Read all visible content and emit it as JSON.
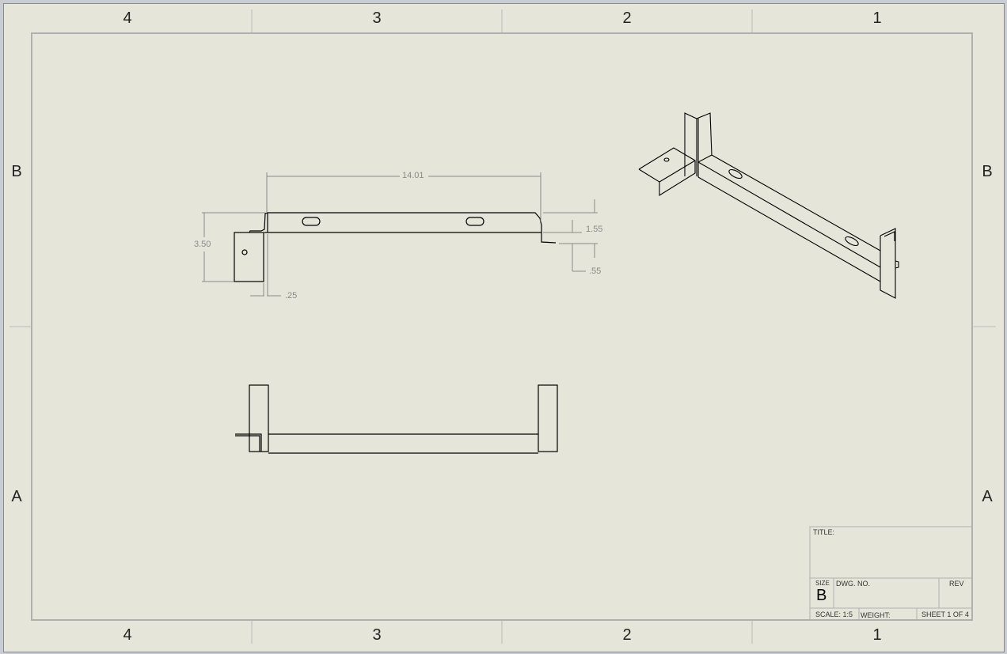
{
  "zones": {
    "columns": [
      "4",
      "3",
      "2",
      "1"
    ],
    "rows": [
      "B",
      "A"
    ]
  },
  "dimensions": {
    "overall_length": "14.01",
    "height": "3.50",
    "upper_offset": "1.55",
    "lower_offset": ".55",
    "thickness": ".25"
  },
  "title_block": {
    "title_label": "TITLE:",
    "size_label": "SIZE",
    "size_value": "B",
    "dwg_no_label": "DWG.  NO.",
    "rev_label": "REV",
    "scale": "SCALE: 1:5",
    "weight_label": "WEIGHT:",
    "sheet": "SHEET 1 OF 4"
  }
}
